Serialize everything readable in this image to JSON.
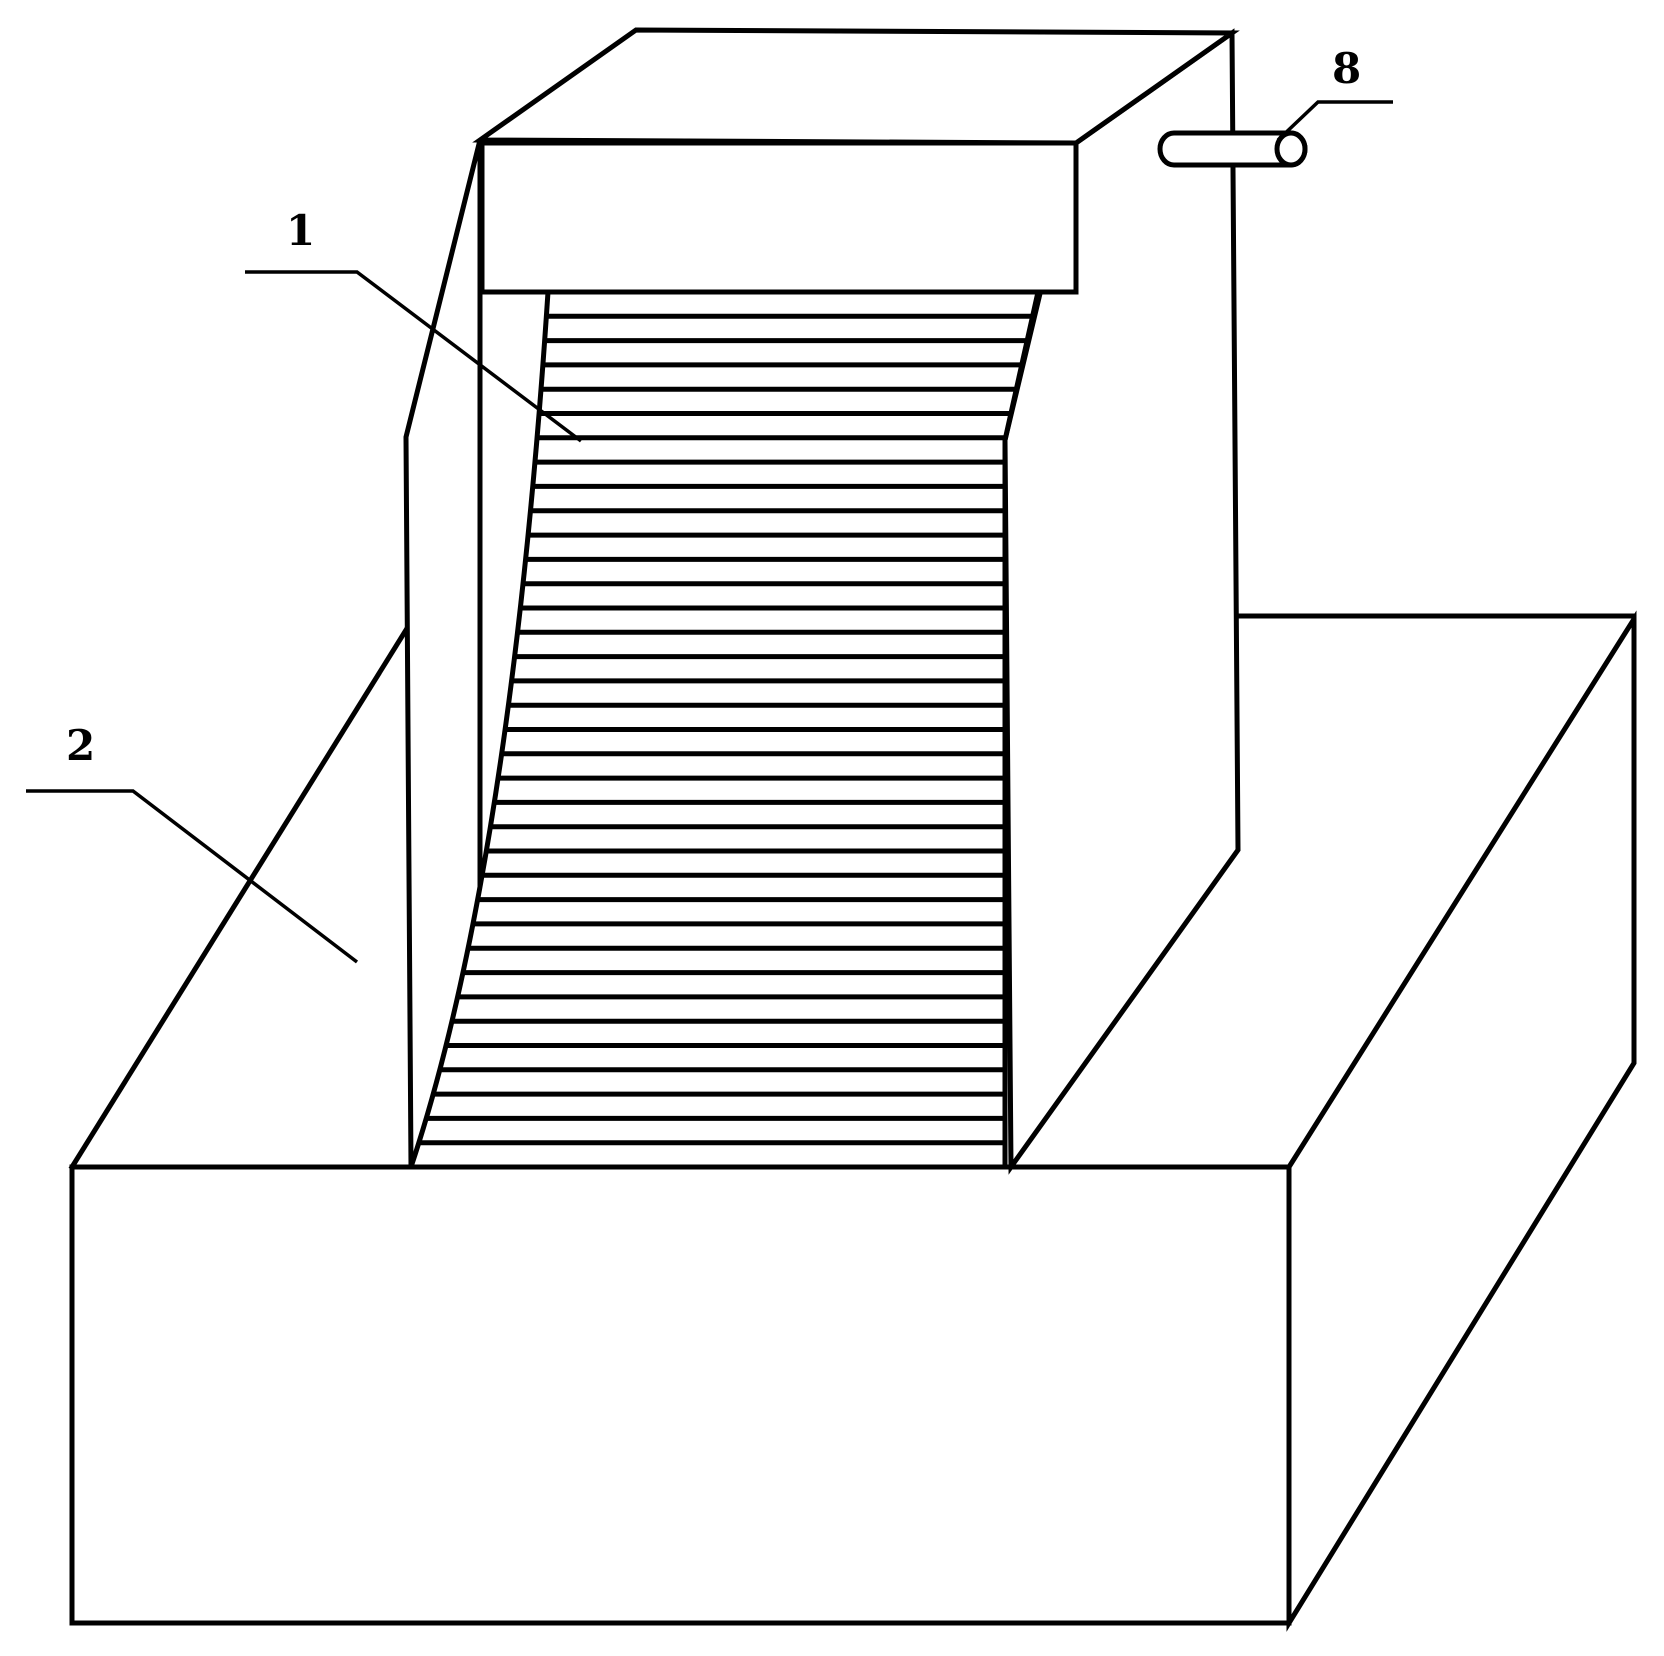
{
  "labels": {
    "part_1": "1",
    "part_2": "2",
    "part_8": "8"
  },
  "colors": {
    "line": "#000000",
    "background": "#ffffff"
  },
  "slat_count": 36
}
